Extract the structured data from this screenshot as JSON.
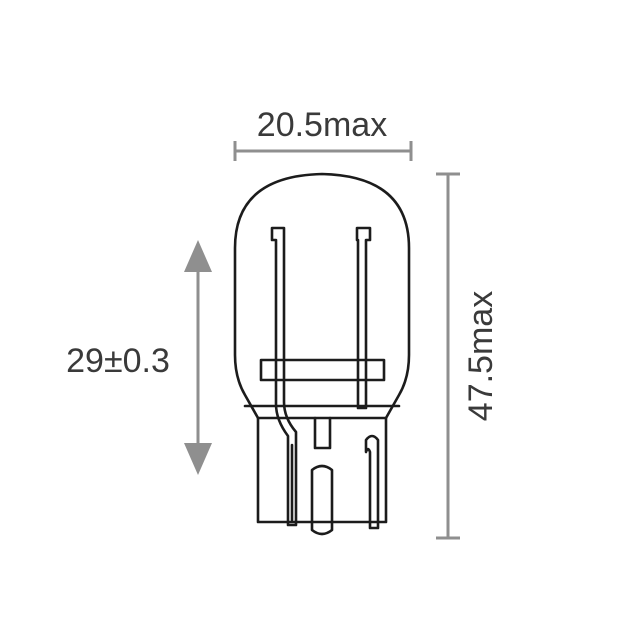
{
  "dimensions": {
    "width_label": "20.5max",
    "height_label": "47.5max",
    "center_label": "29±0.3"
  },
  "colors": {
    "outline": "#1c1c1c",
    "dimension": "#8f8f8f",
    "text": "#3a3a3a"
  }
}
